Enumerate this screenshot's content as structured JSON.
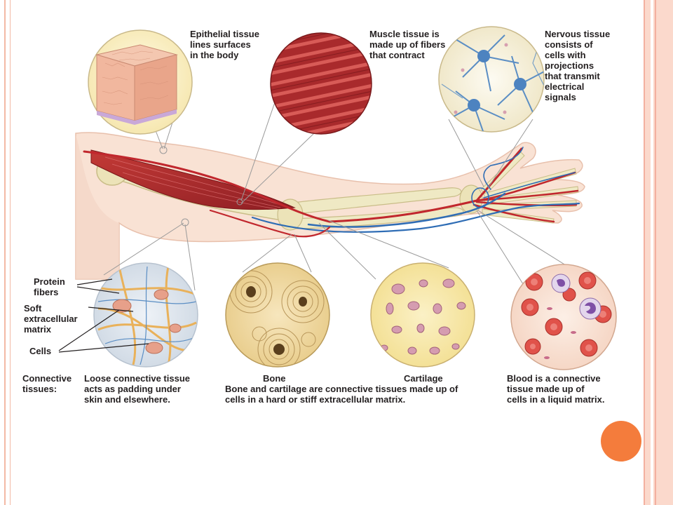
{
  "labels": {
    "epithelial": "Epithelial tissue\nlines surfaces\nin the body",
    "muscle": "Muscle tissue is\nmade up of fibers\nthat contract",
    "nervous": "Nervous tissue\nconsists of\ncells with\nprojections\nthat transmit\nelectrical\nsignals",
    "protein_fibers": "Protein\nfibers",
    "soft_matrix": "Soft\nextracellular\nmatrix",
    "cells": "Cells",
    "connective": "Connective\ntissues:",
    "loose": "Loose connective tissue\nacts as padding under\nskin and elsewhere.",
    "bone": "Bone",
    "cartilage": "Cartilage",
    "bone_cartilage_caption": "Bone and cartilage are connective tissues made up of\ncells in a hard or stiff extracellular matrix.",
    "blood": "Blood is a connective\ntissue made up of\ncells in a liquid matrix."
  },
  "colors": {
    "slide_border": "#f3b9a5",
    "accent_dot": "#f47c3c",
    "muscle": "#b52a2e",
    "skin": "#f7ddcf"
  }
}
